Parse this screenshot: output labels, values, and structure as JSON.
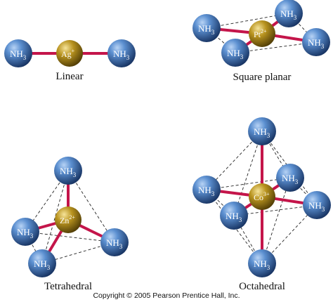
{
  "ligand": {
    "text": "NH",
    "sub": "3"
  },
  "geometries": [
    {
      "metal": {
        "symbol": "Ag",
        "charge": "+"
      },
      "label": "Linear"
    },
    {
      "metal": {
        "symbol": "Pt",
        "charge": "2+"
      },
      "label": "Square planar"
    },
    {
      "metal": {
        "symbol": "Zn",
        "charge": "2+"
      },
      "label": "Tetrahedral"
    },
    {
      "metal": {
        "symbol": "Co",
        "charge": "3+"
      },
      "label": "Octahedral"
    }
  ],
  "copyright": "Copyright © 2005 Pearson Prentice Hall, Inc.",
  "colors": {
    "ligand_sphere": "#3d72b8",
    "metal_sphere": "#a8861c",
    "bond": "#c4154a"
  }
}
